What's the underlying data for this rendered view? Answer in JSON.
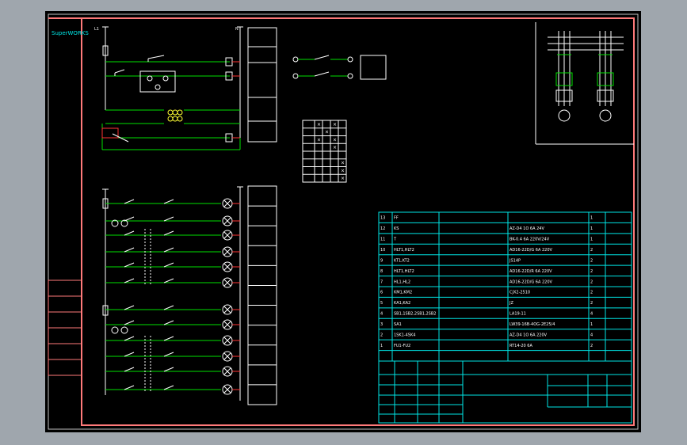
{
  "sidebar": {
    "brand_line1": "SuperWORKS",
    "brand_line2": "",
    "labels": [
      "",
      "",
      "",
      "",
      "",
      ""
    ]
  },
  "circuit": {
    "top_power_labels": [
      "L1",
      "N"
    ],
    "right_labels_top": [
      "",
      "",
      "",
      "",
      ""
    ],
    "right_labels_bottom": [
      "",
      "",
      "",
      "",
      "",
      "",
      "",
      "",
      "",
      "",
      ""
    ],
    "bottom_sections": [
      "",
      ""
    ]
  },
  "motor_caption": "",
  "truth_table": {
    "header": "",
    "rows": 8,
    "cols": 4,
    "marks": [
      [
        1,
        0,
        1,
        0
      ],
      [
        0,
        1,
        0,
        0
      ],
      [
        1,
        0,
        1,
        0
      ],
      [
        0,
        0,
        1,
        0
      ],
      [
        0,
        0,
        0,
        0
      ],
      [
        0,
        0,
        0,
        1
      ],
      [
        0,
        0,
        0,
        1
      ],
      [
        0,
        0,
        0,
        1
      ]
    ]
  },
  "notes": [
    "",
    ""
  ],
  "bom": {
    "rows": [
      {
        "no": "13",
        "code": "FF",
        "name": "",
        "spec": "",
        "qty": "1",
        "remark": ""
      },
      {
        "no": "12",
        "code": "KS",
        "name": "",
        "spec": "AZ-D4 1O 6A 24V",
        "qty": "1",
        "remark": ""
      },
      {
        "no": "11",
        "code": "T",
        "name": "",
        "spec": "BK-0.4 6A 220V/24V",
        "qty": "1",
        "remark": ""
      },
      {
        "no": "10",
        "code": "HLT1,HLT2",
        "name": "",
        "spec": "AD16-22D/G 6A 220V",
        "qty": "2",
        "remark": ""
      },
      {
        "no": "9",
        "code": "KT1,KT2",
        "name": "",
        "spec": "JS14P",
        "qty": "2",
        "remark": ""
      },
      {
        "no": "8",
        "code": "HLT1,HLT2",
        "name": "",
        "spec": "AD16-22D/R 6A 220V",
        "qty": "2",
        "remark": ""
      },
      {
        "no": "7",
        "code": "HL1,HL2",
        "name": "",
        "spec": "AD16-22D/G 6A 220V",
        "qty": "2",
        "remark": ""
      },
      {
        "no": "6",
        "code": "KM1,KM2",
        "name": "",
        "spec": "CJX2-2510",
        "qty": "2",
        "remark": ""
      },
      {
        "no": "5",
        "code": "KA1,KA2",
        "name": "",
        "spec": "JZ",
        "qty": "2",
        "remark": ""
      },
      {
        "no": "4",
        "code": "SB1,1SB2,2SB1,2SB2",
        "name": "",
        "spec": "LA19-11",
        "qty": "4",
        "remark": ""
      },
      {
        "no": "3",
        "code": "SA1",
        "name": "",
        "spec": "LW39-16B-4OG-2E25/4",
        "qty": "1",
        "remark": ""
      },
      {
        "no": "2",
        "code": "1SK1-4SK4",
        "name": "",
        "spec": "AZ-D4 1O 6A 220V",
        "qty": "4",
        "remark": ""
      },
      {
        "no": "1",
        "code": "FU1-FU2",
        "name": "",
        "spec": "RT14-20 6A",
        "qty": "2",
        "remark": ""
      }
    ],
    "header": {
      "no": "",
      "code": "",
      "name": "",
      "spec": "",
      "qty": "",
      "remark": ""
    }
  },
  "title_block": {
    "drawing_title": "",
    "sub_label": "",
    "sub_value": "",
    "labels": [
      "",
      "",
      "",
      "",
      "",
      "",
      "",
      "",
      "",
      "",
      ""
    ]
  },
  "colors": {
    "background": "#000000",
    "border": "#ff7a7a",
    "cyan": "#00e5e5",
    "green": "#00e000",
    "yellow": "#ffff33",
    "white": "#ffffff",
    "red": "#ff3333",
    "magenta": "#ff55ff"
  }
}
